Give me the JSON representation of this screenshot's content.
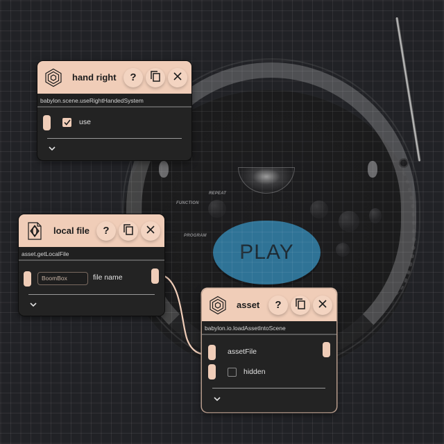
{
  "scene": {
    "model_name": "BoomBox",
    "labels": {
      "repeat": "REPEAT",
      "function": "FUNCTION",
      "program": "PROGRAM",
      "play": "PLAY"
    },
    "colors": {
      "background": "#212226",
      "play_button": "#2f7396",
      "accent": "#f0cdb8"
    }
  },
  "nodes": {
    "hand_right": {
      "title": "hand right",
      "icon": "hexagon-cube-icon",
      "subtitle": "babylon.scene.useRightHandedSystem",
      "buttons": {
        "help": "?",
        "duplicate": "duplicate-icon",
        "close": "✕"
      },
      "inputs": [
        {
          "label": "use",
          "type": "checkbox",
          "checked": true
        }
      ]
    },
    "local_file": {
      "title": "local file",
      "icon": "file-icon",
      "subtitle": "asset.getLocalFile",
      "buttons": {
        "help": "?",
        "duplicate": "duplicate-icon",
        "close": "✕"
      },
      "inputs": [
        {
          "label": "file name",
          "type": "text",
          "value": "BoomBox"
        }
      ]
    },
    "asset": {
      "title": "asset",
      "icon": "hexagon-cube-icon",
      "subtitle": "babylon.io.loadAssetIntoScene",
      "selected": true,
      "buttons": {
        "help": "?",
        "duplicate": "duplicate-icon",
        "close": "✕"
      },
      "inputs": [
        {
          "label": "assetFile",
          "type": "port"
        },
        {
          "label": "hidden",
          "type": "checkbox",
          "checked": false
        }
      ]
    }
  },
  "connections": [
    {
      "from": "local_file.output",
      "to": "asset.assetFile"
    }
  ]
}
